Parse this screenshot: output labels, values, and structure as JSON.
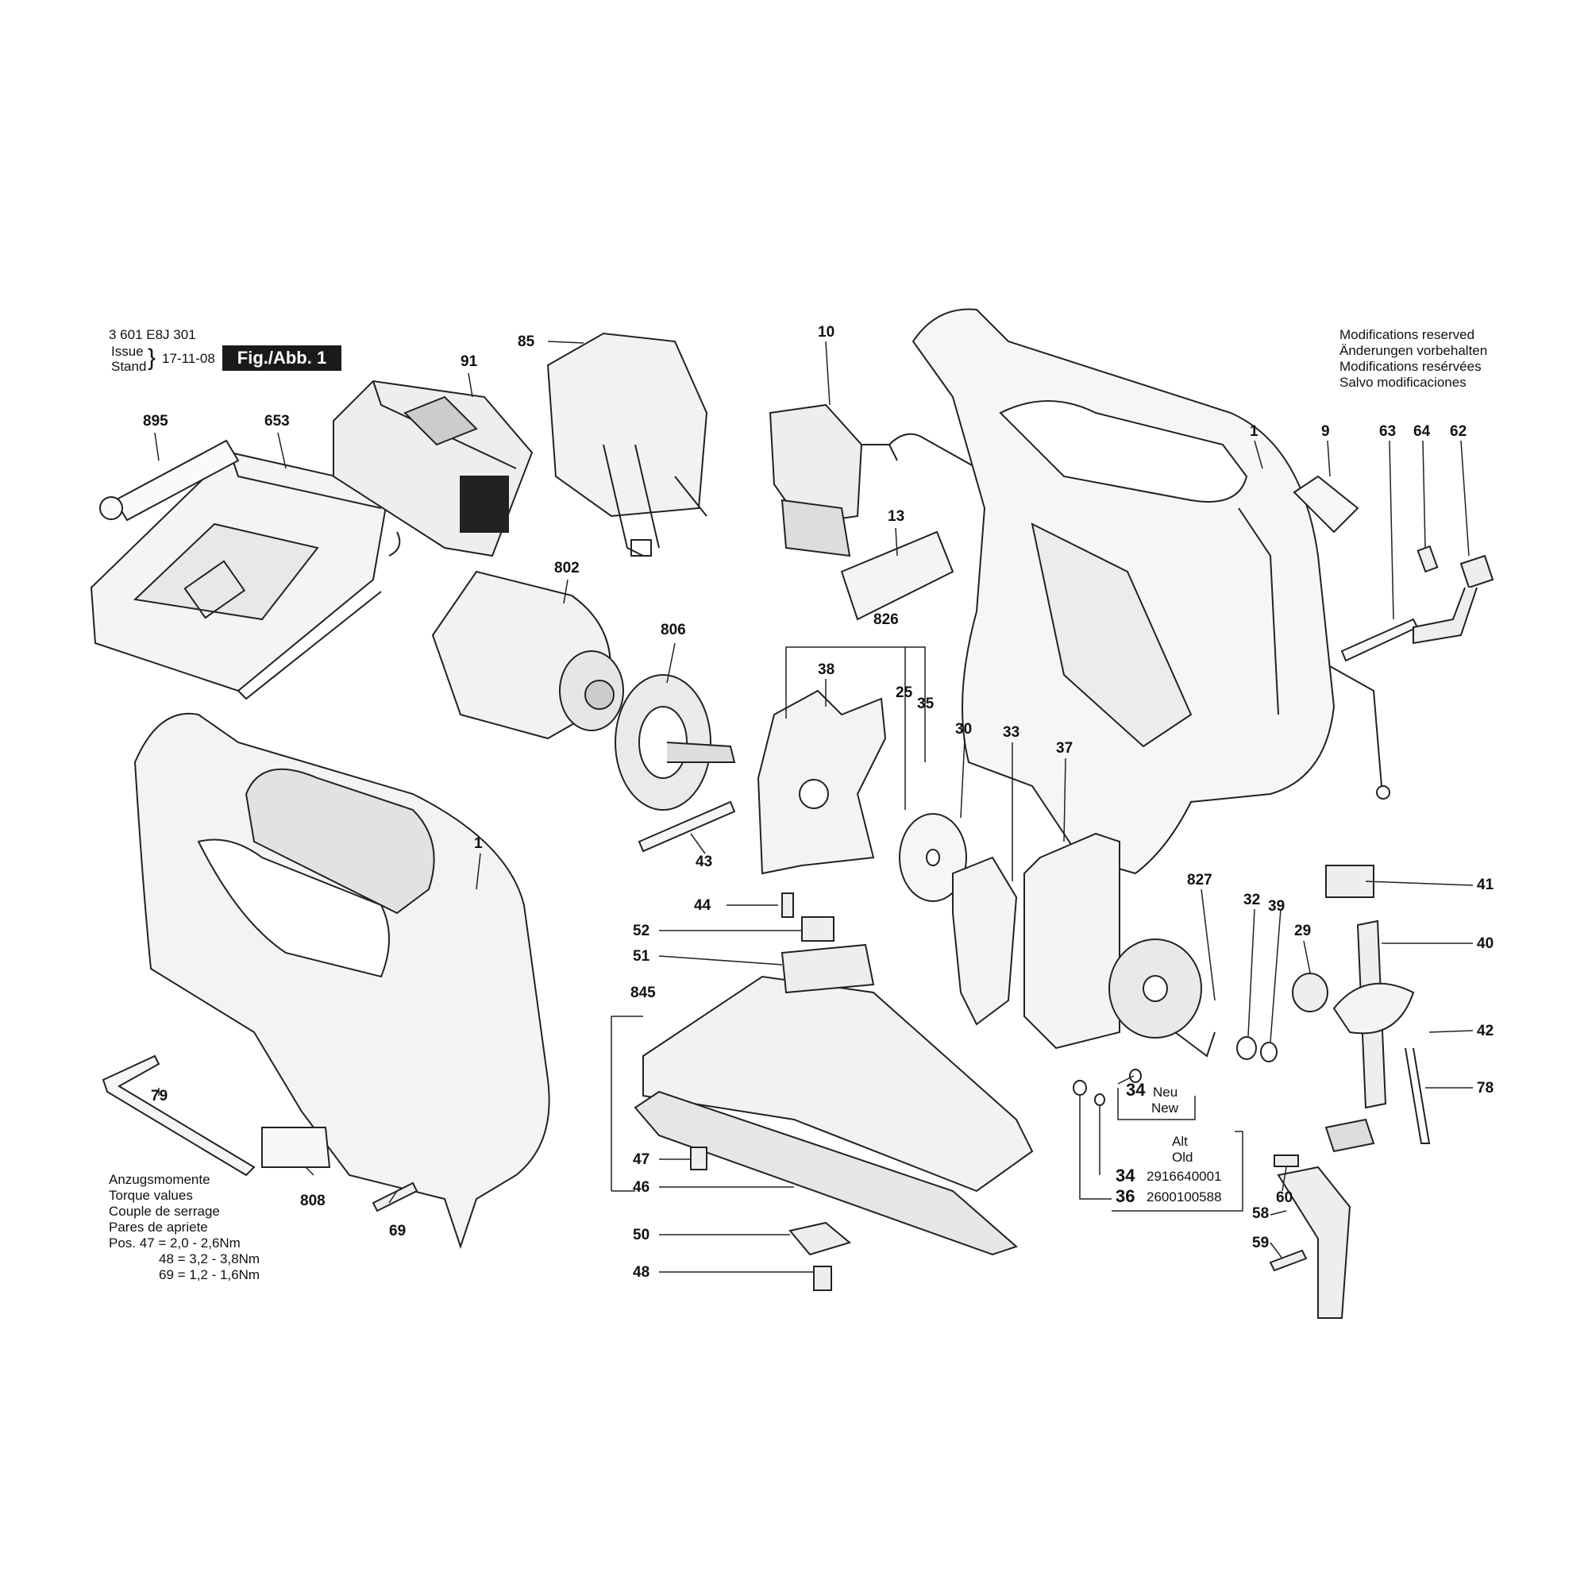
{
  "header": {
    "doc_number": "3 601 E8J 301",
    "issue_label": "Issue",
    "stand_label": "Stand",
    "date": "17-11-08",
    "figure_label": "Fig./Abb. 1"
  },
  "modifications_note": [
    "Modifications reserved",
    "Änderungen vorbehalten",
    "Modifications resérvées",
    "Salvo modificaciones"
  ],
  "torque": {
    "lines": [
      "Anzugsmomente",
      "Torque values",
      "Couple de serrage",
      "Pares de apriete"
    ],
    "rows": [
      "Pos. 47  =  2,0  -  2,6Nm",
      "48  =  3,2  -  3,8Nm",
      "69  =  1,2  -  1,6Nm"
    ]
  },
  "part34_note": {
    "new_num": "34",
    "neu": "Neu",
    "new": "New",
    "alt": "Alt",
    "old": "Old",
    "old_rows": [
      {
        "pos": "34",
        "part": "2916640001"
      },
      {
        "pos": "36",
        "part": "2600100588"
      }
    ]
  },
  "callouts": {
    "c85": "85",
    "c10": "10",
    "c91": "91",
    "c895": "895",
    "c653": "653",
    "c1a": "1",
    "c9": "9",
    "c63": "63",
    "c64": "64",
    "c62": "62",
    "c13": "13",
    "c802": "802",
    "c806": "806",
    "c826": "826",
    "c38": "38",
    "c25": "25",
    "c35": "35",
    "c30": "30",
    "c33": "33",
    "c37": "37",
    "c43": "43",
    "c1b": "1",
    "c44": "44",
    "c52": "52",
    "c51": "51",
    "c845": "845",
    "c827": "827",
    "c32": "32",
    "c39": "39",
    "c29": "29",
    "c41": "41",
    "c40": "40",
    "c42": "42",
    "c78": "78",
    "c79": "79",
    "c808": "808",
    "c69": "69",
    "c47": "47",
    "c46": "46",
    "c50": "50",
    "c48": "48",
    "c60": "60",
    "c58": "58",
    "c59": "59"
  }
}
